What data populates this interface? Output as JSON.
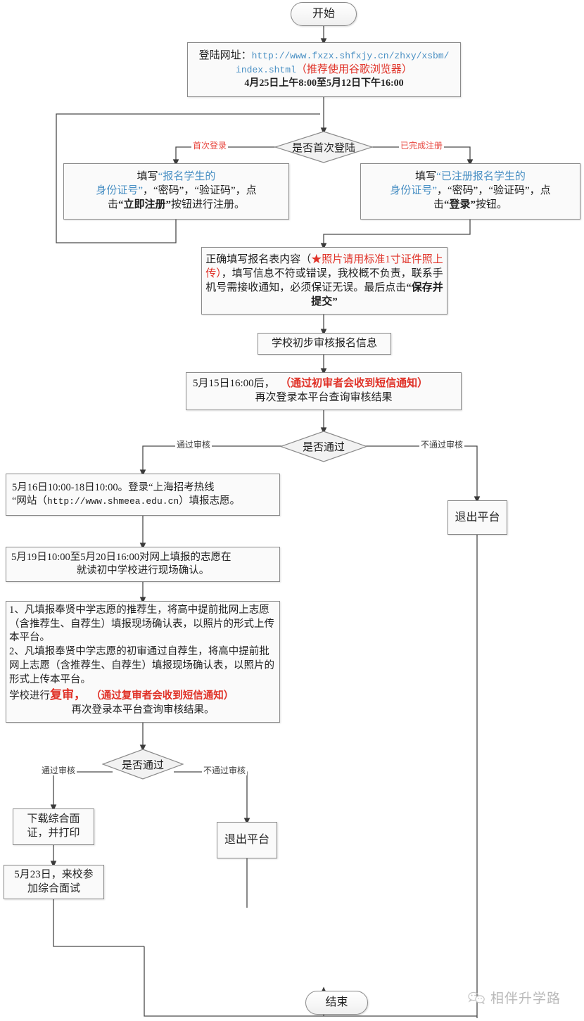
{
  "meta": {
    "title": "奉贤中学推荐生自荐生网上报名流程图",
    "colors": {
      "link_blue": "#4a90c4",
      "alert_red": "#e03127",
      "edge_label_red": "#e8473f",
      "node_border": "#8a8a8a",
      "node_fill": "#f2f2f2",
      "wire": "#4a4a4a",
      "watermark": "#b9b9b9"
    }
  },
  "nodes": {
    "start": {
      "label": "开始"
    },
    "login_url": {
      "line1_prefix": "登陆网址：",
      "line1_url": "http://www.fxzx.shfxjy.cn/zhxy/xsbm/",
      "line2_url": "index.shtml",
      "line2_note": "（推荐使用谷歌浏览器）",
      "line3_time": "4月25日上午8:00至5月12日下午16:00"
    },
    "decide_first_login": {
      "label": "是否首次登陆"
    },
    "register_box": {
      "l1_a": "填写",
      "l1_b": "“报名学生的",
      "l2_a": "身份证号”",
      "l2_b": "，“密码”，“验证码”，点",
      "l3_a": "击",
      "l3_b": "“立即注册”",
      "l3_c": "按钮进行注册。"
    },
    "login_box": {
      "l1_a": "填写",
      "l1_b": "“已注册报名学生的",
      "l2_a": "身份证号”",
      "l2_b": "，“密码”，“验证码”，点",
      "l3_a": "击",
      "l3_b": "“登录”",
      "l3_c": "按钮。"
    },
    "fill_form": {
      "t1": "正确填写报名表内容（",
      "t2": "★照片请用标准",
      "t3": "1寸证件照上传）",
      "t4": "，填写信息不符或错误，我校概不负责，联系手机号需接收通知，必须保证无误。最后点击",
      "t5": "“保存并提交”"
    },
    "school_review": {
      "label": "学校初步审核报名信息"
    },
    "first_result": {
      "l1_a": "5月15日16:00后，",
      "l1_b": "（通过初审者会收到短信通知）",
      "l2": "再次登录本平台查询审核结果"
    },
    "decide_pass_1": {
      "label": "是否通过"
    },
    "exit_platform_1": {
      "label": "退出平台"
    },
    "fill_volunteer": {
      "l1": "5月16日10:00-18日10:00。登录“上海招考热线",
      "l2_a": "“网站（",
      "l2_url": "http://www.shmeea.edu.cn",
      "l2_b": "）填报志愿。"
    },
    "onsite_confirm": {
      "l1": "5月19日10:00至5月20日16:00对网上填报的志愿在",
      "l2": "就读初中学校进行现场确认。"
    },
    "upload_confirm": {
      "item1": "1、凡填报奉贤中学志愿的推荐生，将高中提前批网上志愿（含推荐生、自荐生）填报现场确认表，以照片的形式上传本平台。",
      "item2": "2、凡填报奉贤中学志愿的初审通过自荐生，将高中提前批网上志愿（含推荐生、自荐生）填报现场确认表，以照片的形式上传本平台。",
      "l3_a": "学校进行",
      "l3_b": "复审，",
      "l3_c": "（通过复审者会收到短信通知）",
      "l4": "再次登录本平台查询审核结果。"
    },
    "decide_pass_2": {
      "label": "是否通过"
    },
    "download_cert": {
      "l1": "下载综合面",
      "l2": "证，并打印"
    },
    "interview": {
      "l1": "5月23日，来校参",
      "l2": "加综合面试"
    },
    "exit_platform_2": {
      "label": "退出平台"
    },
    "end": {
      "label": "结束"
    }
  },
  "edge_labels": {
    "first_login_yes": "首次登录",
    "first_login_no": "已完成注册",
    "pass1_yes": "通过审核",
    "pass1_no": "不通过审核",
    "pass2_yes": "通过审核",
    "pass2_no": "不通过审核"
  },
  "watermark": {
    "text": "相伴升学路",
    "icon": "wechat-icon"
  }
}
